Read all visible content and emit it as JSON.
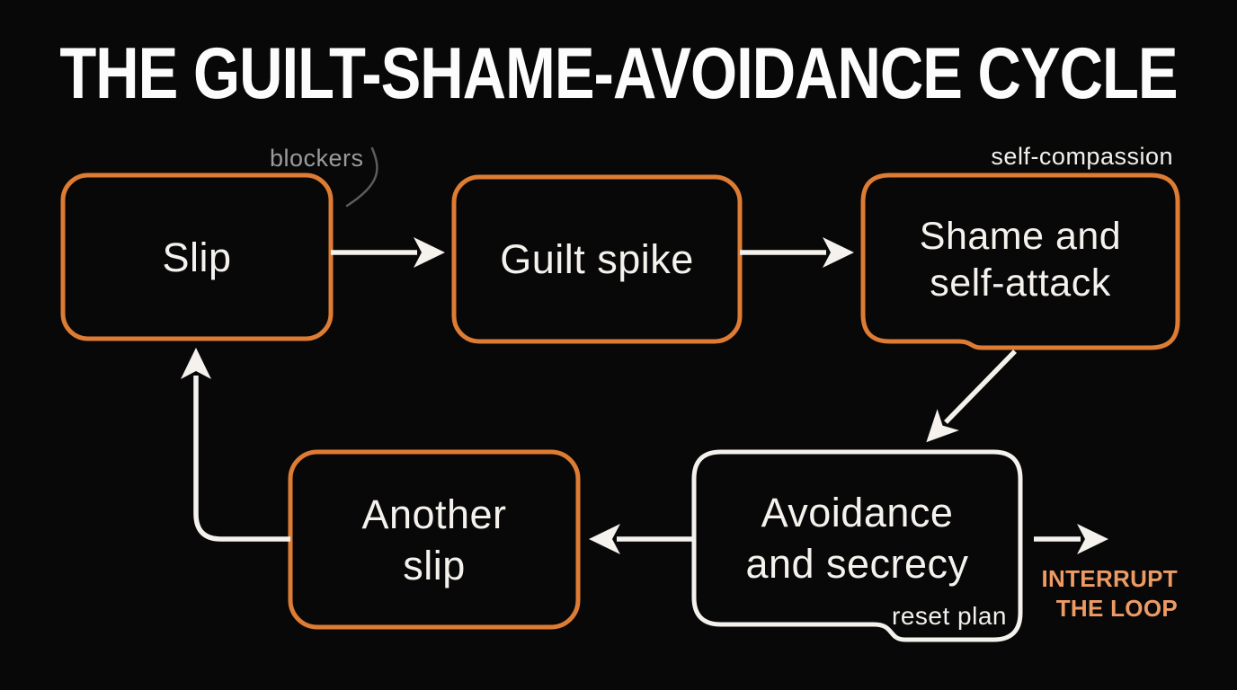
{
  "title": "THE GUILT-SHAME-AVOIDANCE CYCLE",
  "boxes": [
    {
      "id": "slip",
      "label": "Slip",
      "border_color": "#DE7C33"
    },
    {
      "id": "guilt-spike",
      "label": "Guilt spike",
      "border_color": "#DE7C33"
    },
    {
      "id": "shame-self-attack",
      "lines": [
        "Shame and",
        "self-attack"
      ],
      "border_color": "#DE7C33"
    },
    {
      "id": "another-slip",
      "lines": [
        "Another",
        "slip"
      ],
      "border_color": "#DE7C33"
    },
    {
      "id": "avoidance-secrecy",
      "lines": [
        "Avoidance",
        "and secrecy"
      ],
      "border_color": "#F5F2EE",
      "tab_label": "reset plan"
    }
  ],
  "edges": [
    {
      "from": "slip",
      "to": "guilt-spike"
    },
    {
      "from": "guilt-spike",
      "to": "shame-self-attack"
    },
    {
      "from": "shame-self-attack",
      "to": "avoidance-secrecy"
    },
    {
      "from": "avoidance-secrecy",
      "to": "another-slip"
    },
    {
      "from": "another-slip",
      "to": "slip"
    },
    {
      "from": "avoidance-secrecy",
      "to": "interrupt-the-loop"
    }
  ],
  "annotations": {
    "blockers": "blockers",
    "self_compassion": "self-compassion",
    "interrupt": {
      "line1": "INTERRUPT",
      "line2": "THE LOOP"
    }
  },
  "colors": {
    "background": "#080808",
    "box_outline_orange": "#DE7C33",
    "box_outline_white": "#F5F2EE",
    "arrow_white": "#F5F2EE",
    "interrupt_accent": "#EC9B64",
    "annotation_gray": "#9B9B9B",
    "title_white": "#FCFCFC"
  }
}
